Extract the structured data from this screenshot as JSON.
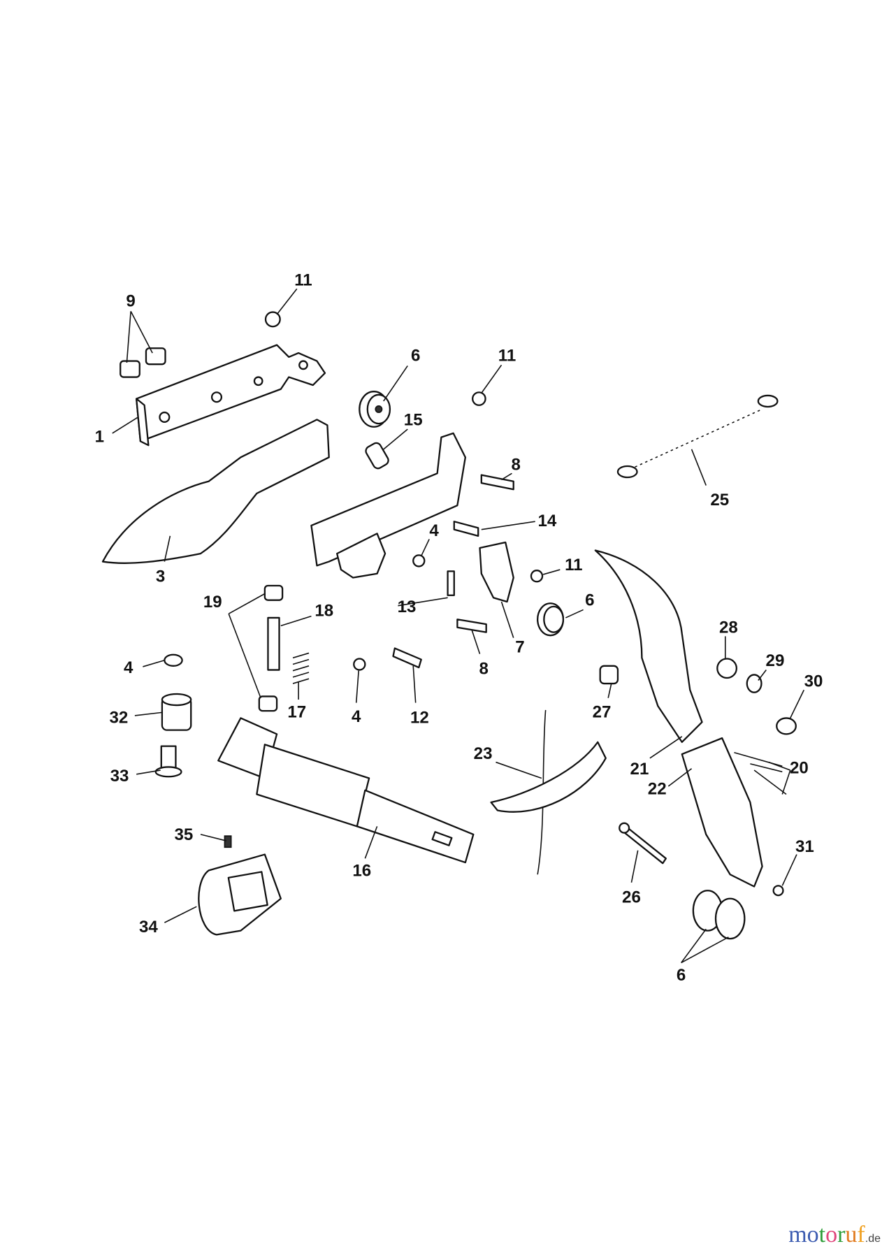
{
  "labels": [
    "11",
    "9",
    "6",
    "11",
    "1",
    "15",
    "8",
    "25",
    "14",
    "4",
    "3",
    "11",
    "6",
    "19",
    "18",
    "13",
    "28",
    "7",
    "8",
    "29",
    "4",
    "17",
    "4",
    "12",
    "27",
    "30",
    "32",
    "23",
    "21",
    "20",
    "33",
    "22",
    "35",
    "31",
    "16",
    "26",
    "34",
    "6"
  ],
  "watermark": {
    "text": "motoruf",
    "suffix": ".de",
    "colors": [
      "#3b5bb0",
      "#3b5bb0",
      "#2f9e3a",
      "#e0457b",
      "#2f9e3a",
      "#e07a1f",
      "#f0a020"
    ]
  }
}
